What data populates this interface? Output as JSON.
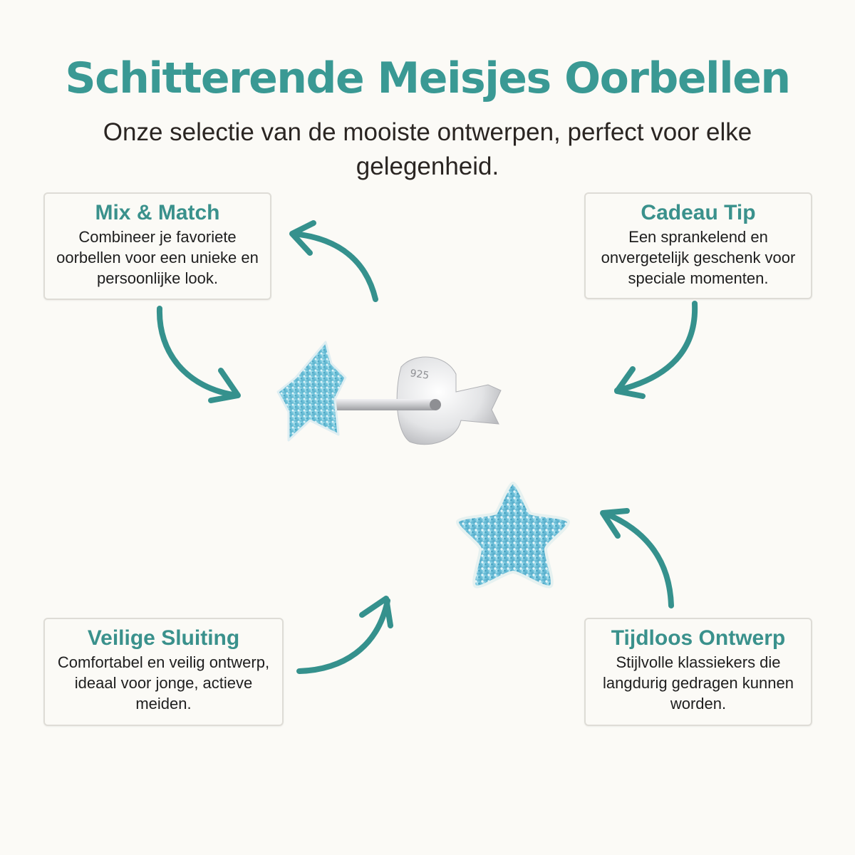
{
  "header": {
    "title": "Schitterende Meisjes Oorbellen",
    "subtitle": "Onze selectie van de mooiste ontwerpen, perfect voor elke gelegenheid."
  },
  "colors": {
    "accent": "#3a9994",
    "arrow": "#35918d",
    "background": "#fbfaf6",
    "text": "#1e1e1e",
    "card_border": "#dedcd6",
    "glitter_blue": "#6cc3da"
  },
  "cards": [
    {
      "id": "mix-match",
      "title": "Mix & Match",
      "body": "Combineer je favoriete oorbellen voor een unieke en persoonlijke look."
    },
    {
      "id": "cadeau-tip",
      "title": "Cadeau Tip",
      "body": "Een sprankelend en onvergetelijk geschenk voor speciale momenten."
    },
    {
      "id": "veilige-sluiting",
      "title": "Veilige Sluiting",
      "body": "Comfortabel en veilig ontwerp, ideaal voor jonge, actieve meiden."
    },
    {
      "id": "tijdloos-ontwerp",
      "title": "Tijdloos Ontwerp",
      "body": "Stijlvolle klassiekers die langdurig gedragen kunnen worden."
    }
  ],
  "product": {
    "side_view": {
      "description": "blue glitter star stud earring, side view with butterfly back",
      "stamp": "925"
    },
    "front_view": {
      "description": "blue glitter star stud earring, front view"
    }
  },
  "icons": [
    "curved-arrow-icon",
    "star-earring-image"
  ]
}
